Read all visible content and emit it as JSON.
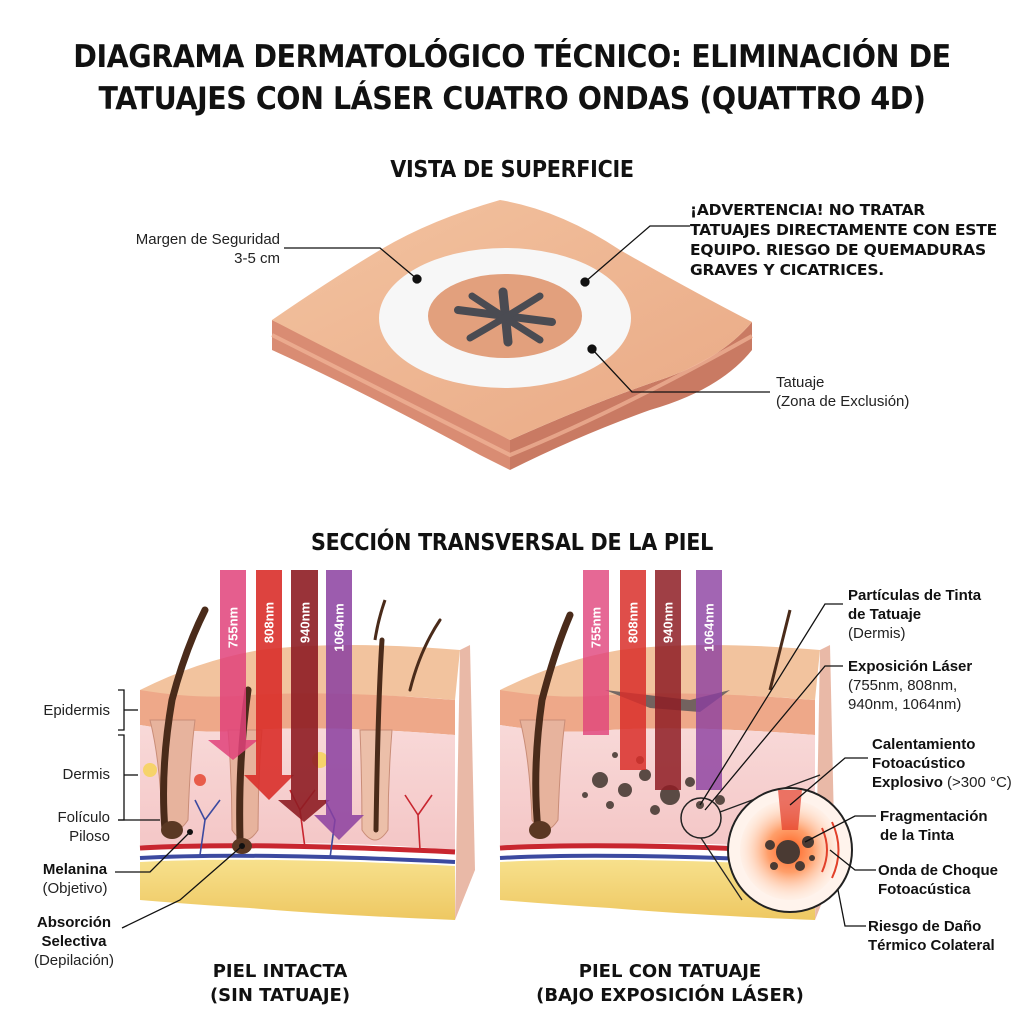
{
  "title": {
    "line1": "DIAGRAMA DERMATOLÓGICO TÉCNICO: ELIMINACIÓN DE",
    "line2": "TATUAJES CON LÁSER CUATRO ONDAS (QUATTRO 4D)"
  },
  "surface": {
    "heading": "VISTA DE SUPERFICIE",
    "margin_label": {
      "line1": "Margen de Seguridad",
      "line2": "3-5 cm"
    },
    "warning": {
      "line1": "¡ADVERTENCIA! NO TRATAR",
      "line2": "TATUAJES DIRECTAMENTE CON ESTE",
      "line3": "EQUIPO. RIESGO DE QUEMADURAS",
      "line4": "GRAVES Y CICATRICES."
    },
    "tattoo_label": {
      "line1": "Tatuaje",
      "line2": "(Zona de Exclusión)"
    }
  },
  "cross_section": {
    "heading": "SECCIÓN TRANSVERSAL DE LA PIEL",
    "wavelengths": [
      "755nm",
      "808nm",
      "940nm",
      "1064nm"
    ],
    "beam_colors": [
      "#e0427a",
      "#d92f2a",
      "#8e1d24",
      "#8b3fa0"
    ],
    "left_labels": {
      "epidermis": "Epidermis",
      "dermis": "Dermis",
      "follicle": {
        "line1": "Folículo",
        "line2": "Piloso"
      },
      "melanin": {
        "line1": "Melanina",
        "line2": "(Objetivo)"
      },
      "absorption": {
        "line1": "Absorción",
        "line2": "Selectiva",
        "line3": "(Depilación)"
      }
    },
    "right_labels": {
      "ink": {
        "line1": "Partículas de Tinta",
        "line2": "de Tatuaje",
        "line3": "(Dermis)"
      },
      "exposure": {
        "line1": "Exposición Láser",
        "line2": "(755nm, 808nm,",
        "line3": "940nm, 1064nm)"
      },
      "heating": {
        "line1": "Calentamiento",
        "line2": "Fotoacústico",
        "line3a": "Explosivo",
        "line3b": "(>300 °C)"
      },
      "fragmentation": {
        "line1": "Fragmentación",
        "line2": "de la Tinta"
      },
      "shockwave": {
        "line1": "Onda de Choque",
        "line2": "Fotoacústica"
      },
      "risk": {
        "line1": "Riesgo de Daño",
        "line2": "Térmico Colateral"
      }
    },
    "captions": {
      "left": {
        "line1": "PIEL INTACTA",
        "line2": "(SIN TATUAJE)"
      },
      "right": {
        "line1": "PIEL CON TATUAJE",
        "line2": "(BAJO EXPOSICIÓN LÁSER)"
      }
    }
  }
}
